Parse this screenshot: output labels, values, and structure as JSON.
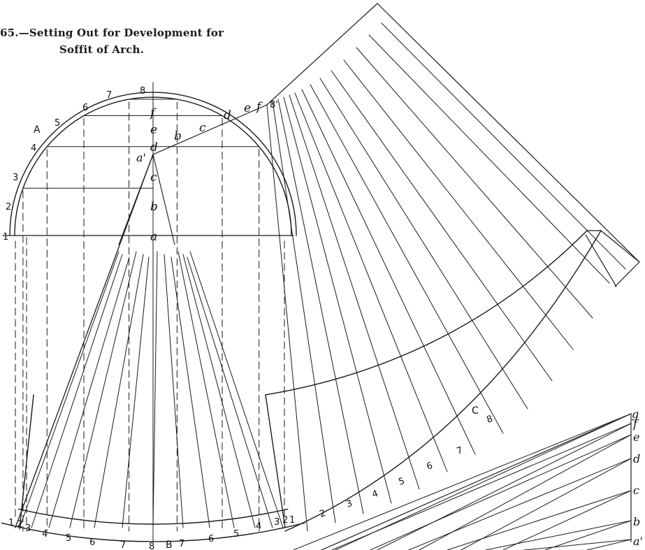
{
  "caption": {
    "line1": "65.—Setting Out for Development for",
    "line2": "Soffit of Arch."
  },
  "labels": {
    "A": "A",
    "B": "B",
    "C": "C",
    "semi_numbers": [
      "1",
      "2",
      "3",
      "4",
      "5",
      "6",
      "7",
      "8"
    ],
    "axis_letters": [
      "a",
      "b",
      "c",
      "d",
      "e",
      "f"
    ],
    "a_prime": "a'",
    "eight_prime": "8'",
    "slant_letters": [
      "b",
      "c",
      "d",
      "e",
      "f"
    ],
    "bottom_left_numbers": [
      "1",
      "2",
      "3",
      "4",
      "5",
      "6",
      "7",
      "8"
    ],
    "bottom_right_numbers": [
      "7",
      "6",
      "5",
      "4",
      "3",
      "2",
      "1"
    ],
    "dev_numbers": [
      "2",
      "3",
      "4",
      "5",
      "6",
      "7",
      "8"
    ],
    "right_letters": [
      "g",
      "f",
      "e",
      "d",
      "c",
      "b",
      "a'"
    ]
  }
}
